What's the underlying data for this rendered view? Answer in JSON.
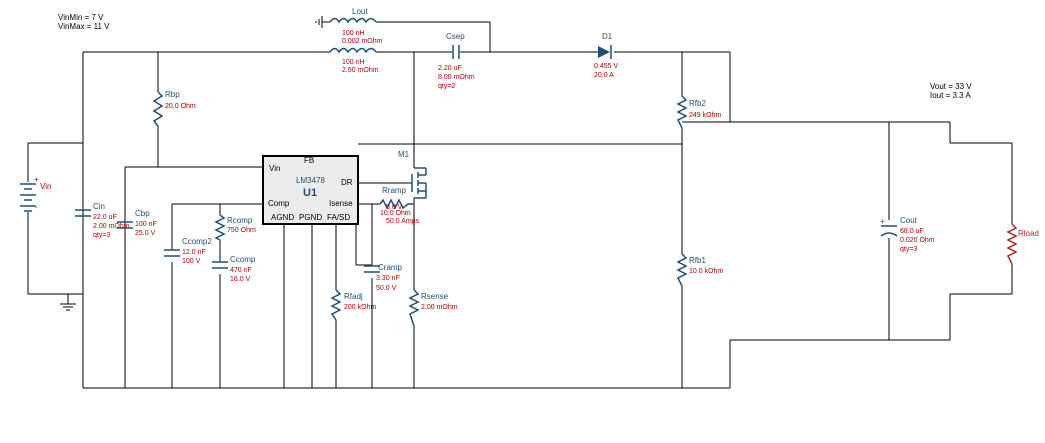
{
  "specs": {
    "vin_min": "VinMin = 7 V",
    "vin_max": "VinMax = 11 V",
    "vout": "Vout = 33 V",
    "iout": "Iout = 3.3 A"
  },
  "ic": {
    "name": "U1",
    "part": "LM3478",
    "pins": {
      "vin": "Vin",
      "fb": "FB",
      "dr": "DR",
      "comp": "Comp",
      "isense": "Isense",
      "agnd": "AGND",
      "pgnd": "PGND",
      "fa_sd": "FA/SD"
    }
  },
  "components": {
    "lout": {
      "name": "Lout",
      "v1": "100 nH",
      "v2": "0.002 mOhm",
      "v3": "100 nH",
      "v4": "2.60 mOhm"
    },
    "csep": {
      "name": "Csep",
      "v1": "2.20 uF",
      "v2": "8.00 mOhm",
      "v3": "qty=2"
    },
    "d1": {
      "name": "D1",
      "v1": "0.455 V",
      "v2": "20.0 A"
    },
    "rbp": {
      "name": "Rbp",
      "v1": "20.0 Ohm"
    },
    "m1": {
      "name": "M1"
    },
    "rfb2": {
      "name": "Rfb2",
      "v1": "249 kOhm"
    },
    "rfb1": {
      "name": "Rfb1",
      "v1": "10.0 kOhm"
    },
    "vin": {
      "name": "Vin"
    },
    "cin": {
      "name": "Cin",
      "v1": "22.0 uF",
      "v2": "2.00 mOhm",
      "v3": "qty=3"
    },
    "cbp": {
      "name": "Cbp",
      "v1": "100 nF",
      "v2": "25.0 V"
    },
    "ccomp2": {
      "name": "Ccomp2",
      "v1": "12.0 nF",
      "v2": "100 V"
    },
    "rcomp": {
      "name": "Rcomp",
      "v1": "750 Ohm"
    },
    "ccomp": {
      "name": "Ccomp",
      "v1": "470 nF",
      "v2": "16.0 V"
    },
    "rramp": {
      "name": "Rramp",
      "v1": "10.0 Ohm",
      "v2": "0.0 V",
      "v3": "50.0 Amps"
    },
    "cramp": {
      "name": "Cramp",
      "v1": "3.30 nF",
      "v2": "50.0 V"
    },
    "rfadj": {
      "name": "Rfadj",
      "v1": "200 kOhm"
    },
    "rsense": {
      "name": "Rsense",
      "v1": "2.00 mOhm"
    },
    "cout": {
      "name": "Cout",
      "v1": "68.0 uF",
      "v2": "0.020 Ohm",
      "v3": "qty=3"
    },
    "rload": {
      "name": "Rload"
    }
  },
  "colors": {
    "wire": "#000000",
    "component": "#1f4e79",
    "value": "#b00000",
    "load": "#a52a2a"
  }
}
